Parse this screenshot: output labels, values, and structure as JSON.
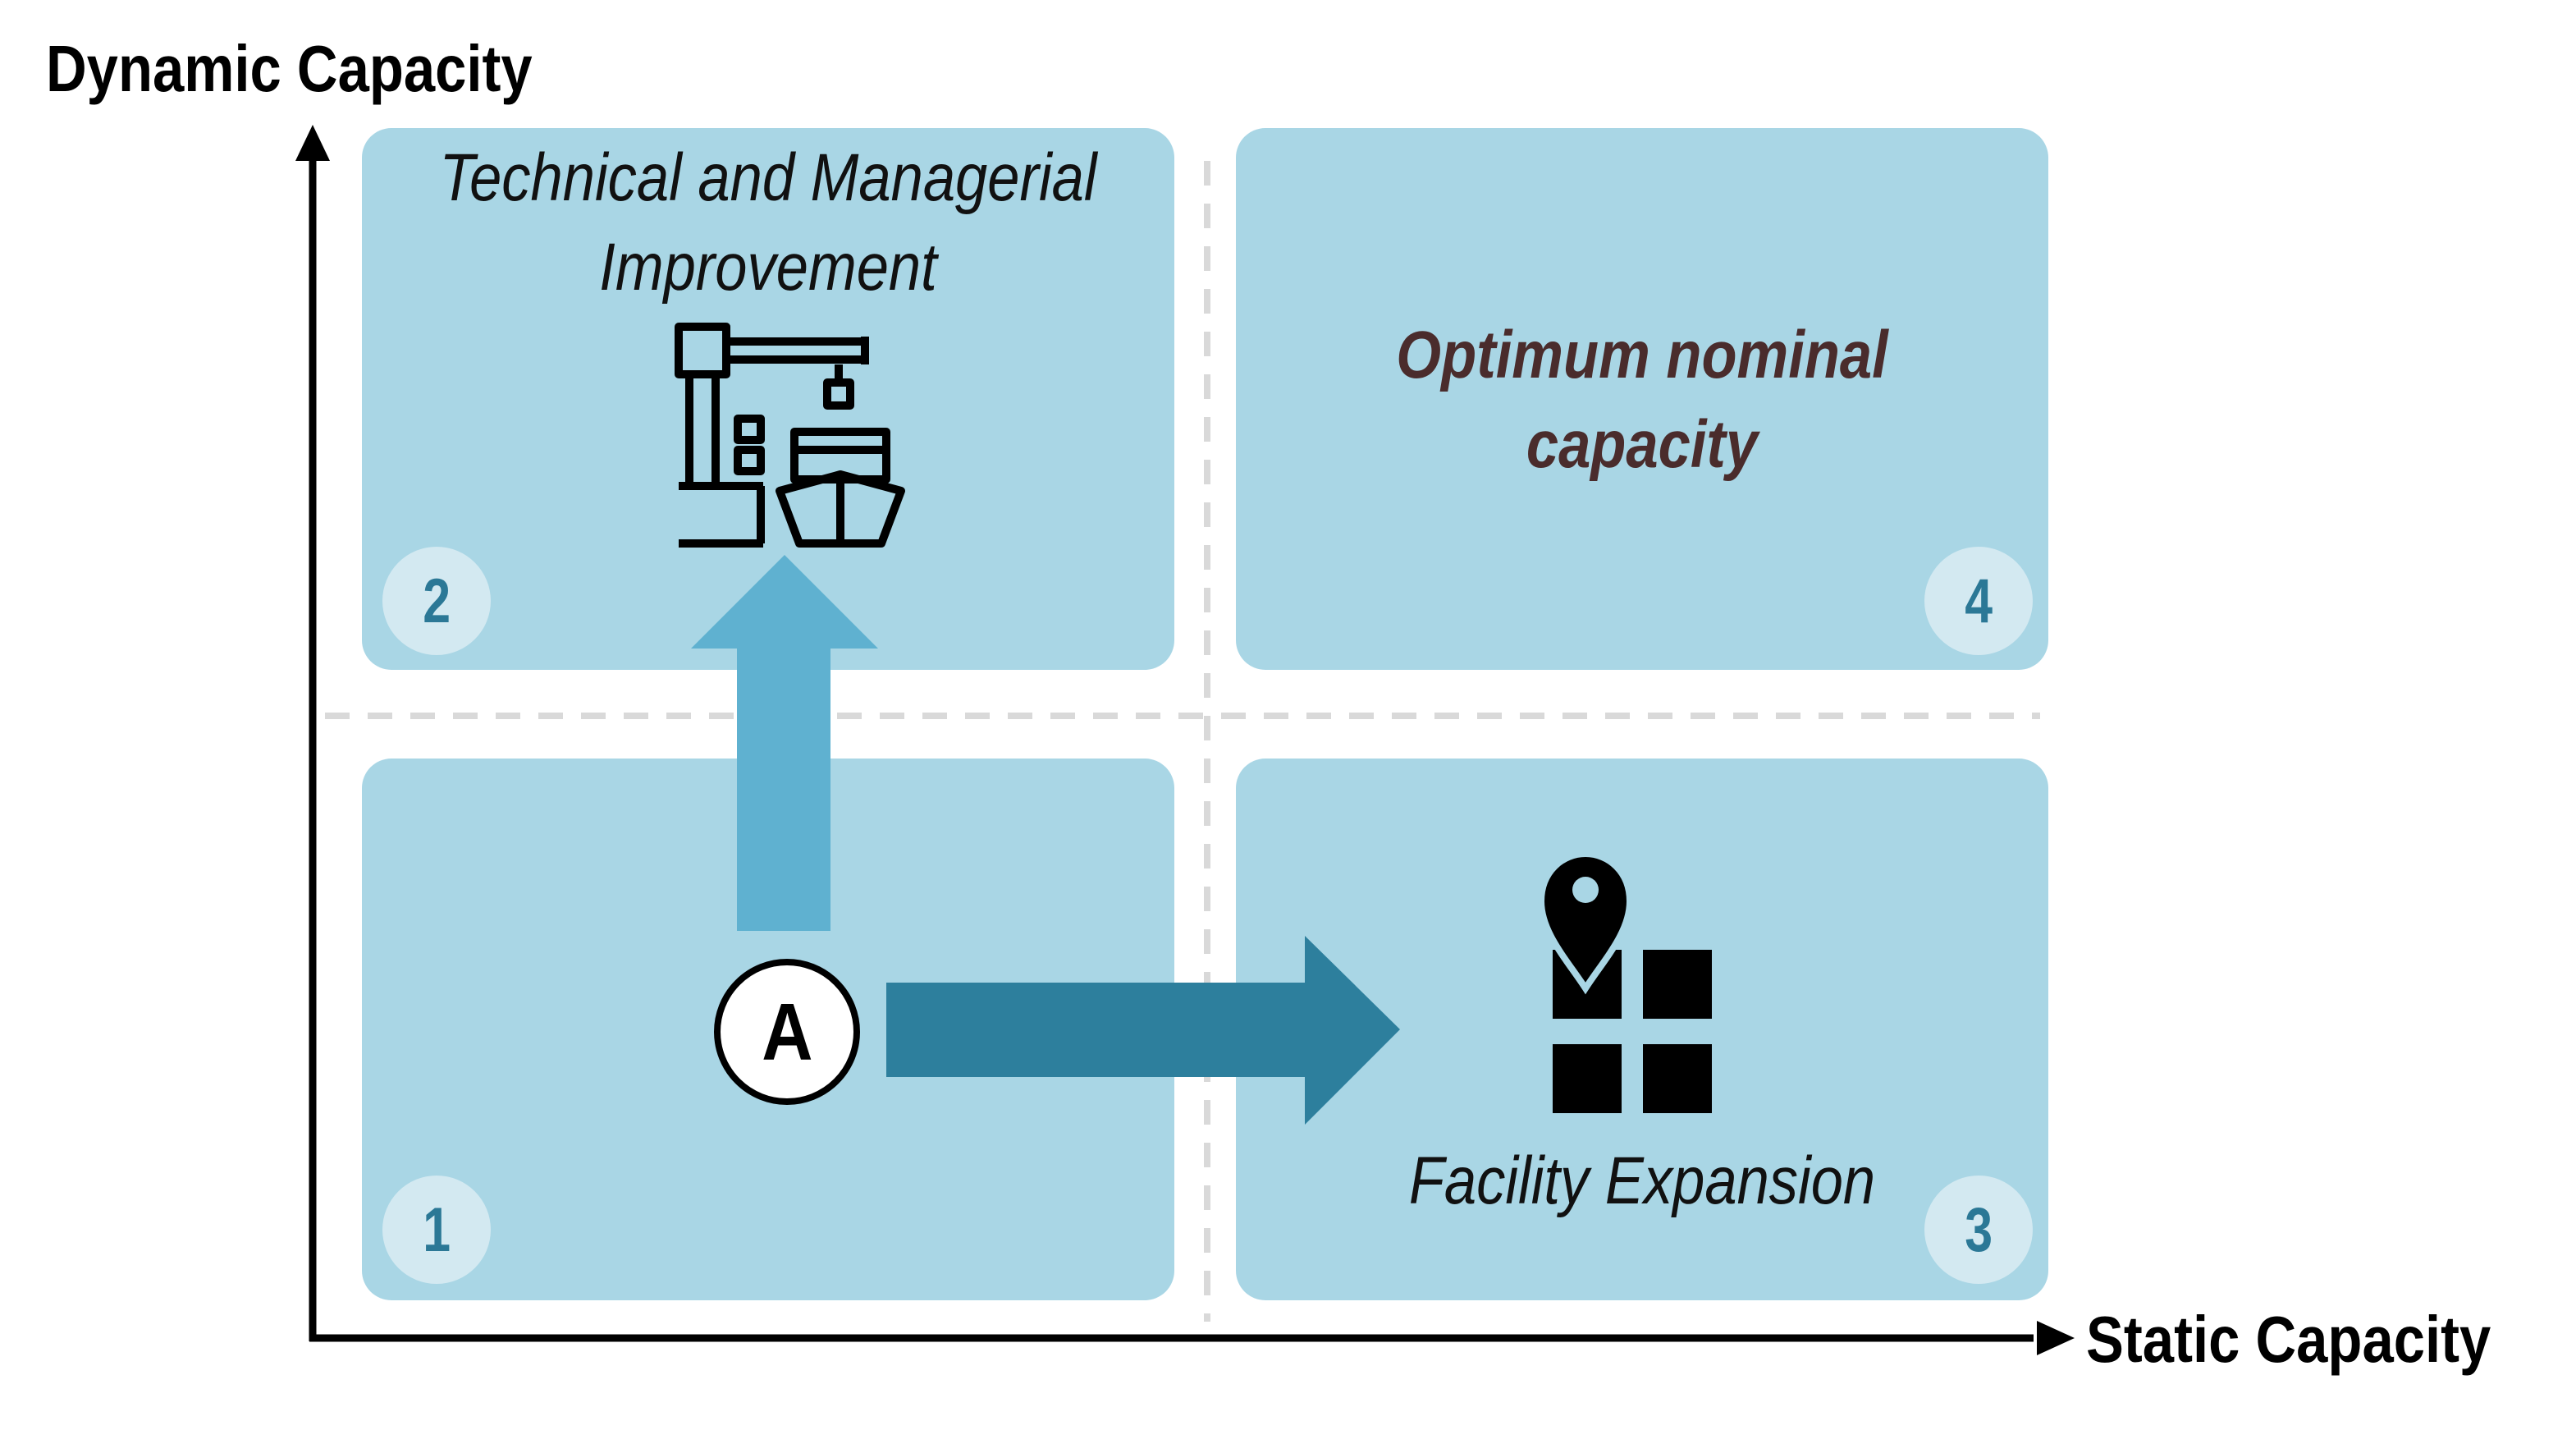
{
  "axes": {
    "y_label": "Dynamic Capacity",
    "x_label": "Static Capacity"
  },
  "quadrants": [
    {
      "number": "1",
      "title": ""
    },
    {
      "number": "2",
      "title_line1": "Technical and Managerial",
      "title_line2": "Improvement",
      "icon": "port-crane-ship-icon"
    },
    {
      "number": "3",
      "title": "Facility Expansion",
      "icon": "location-grid-icon"
    },
    {
      "number": "4",
      "title_line1": "Optimum nominal",
      "title_line2": "capacity"
    }
  ],
  "point": {
    "label": "A"
  },
  "colors": {
    "quadrant_fill": "#a9d6e5",
    "badge_fill": "#d3e9f1",
    "badge_text": "#2b7896",
    "arrow_up": "#5fb1d0",
    "arrow_right": "#2d7f9d",
    "divider": "#d9d9d9",
    "axis": "#000000",
    "optimum_text": "#4a2c2c"
  }
}
